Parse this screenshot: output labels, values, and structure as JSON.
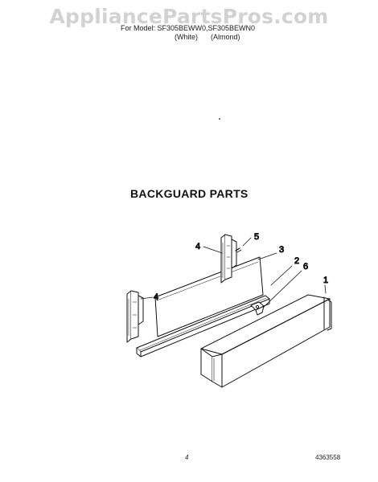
{
  "watermark": "AppliancePartsPros.com",
  "header": {
    "model_line": "For Model: SF305BEWW0,SF305BEWN0",
    "variant_white": "(White)",
    "variant_almond": "(Almond)"
  },
  "section_title": "BACKGUARD PARTS",
  "callouts": {
    "c1": "1",
    "c2": "2",
    "c3": "3",
    "c4a": "4",
    "c4b": "4",
    "c5": "5",
    "c6": "6"
  },
  "footer": {
    "page_number": "4",
    "document_number": "4363558"
  }
}
